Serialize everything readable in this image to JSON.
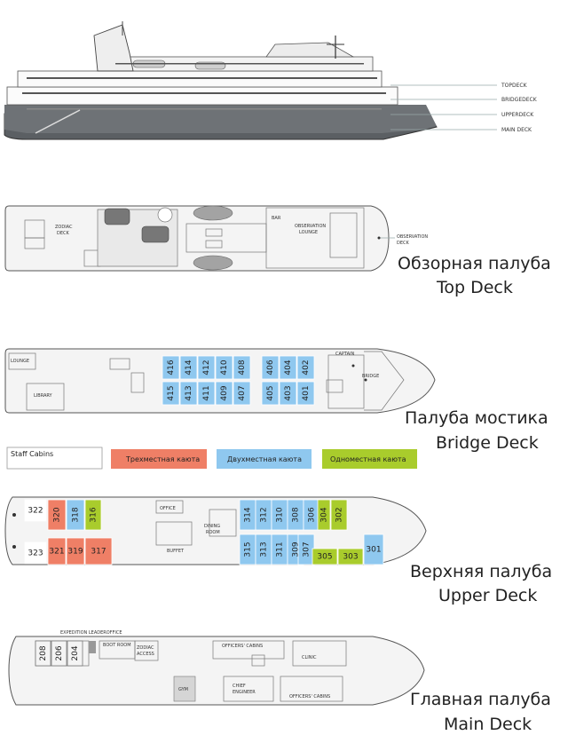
{
  "side_labels": {
    "topdeck": "TOPDECK",
    "bridgedeck": "BRIDGEDECK",
    "upperdeck": "UPPERDECK",
    "maindeck": "MAIN DECK"
  },
  "decks": {
    "top": {
      "title_ru": "Обзорная палуба",
      "title_en": "Top Deck",
      "labels": {
        "zodiac": "ZODIAC",
        "deck": "DECK",
        "bar": "BAR",
        "obs_lounge_1": "OBSERVATION",
        "obs_lounge_2": "LOUNGE",
        "obs_deck_1": "OBSERVATION",
        "obs_deck_2": "DECK"
      }
    },
    "bridge": {
      "title_ru": "Палуба мостика",
      "title_en": "Bridge Deck",
      "labels": {
        "lounge": "LOUNGE",
        "library": "LIBRARY",
        "captain": "CAPTAIN",
        "bridge": "BRIDGE"
      },
      "cabins_top": [
        "416",
        "414",
        "412",
        "410",
        "408",
        "406",
        "404",
        "402"
      ],
      "cabins_bottom": [
        "415",
        "413",
        "411",
        "409",
        "407",
        "405",
        "403",
        "401"
      ]
    },
    "upper": {
      "title_ru": "Верхняя палуба",
      "title_en": "Upper Deck",
      "labels": {
        "office": "OFFICE",
        "dining_1": "DINING",
        "dining_2": "ROOM",
        "buffet": "BUFFET"
      },
      "staff_cabins": [
        "322",
        "323"
      ],
      "triple_cabins": [
        "320",
        "321",
        "319",
        "317"
      ],
      "double_top": [
        "318",
        "314",
        "312",
        "310",
        "308",
        "306"
      ],
      "double_bottom": [
        "315",
        "313",
        "311",
        "309",
        "307",
        "301"
      ],
      "single_cabins": [
        "316",
        "304",
        "302",
        "305",
        "303"
      ]
    },
    "main": {
      "title_ru": "Главная палуба",
      "title_en": "Main Deck",
      "labels": {
        "exp_leader": "EXPEDITION LEADEROFFICE",
        "boot_room": "BOOT ROOM",
        "zodiac_1": "ZODIAC",
        "zodiac_2": "ACCESS",
        "officers": "OFFICERS' CABINS",
        "clinic": "CLINIC",
        "gym": "GYM",
        "chief_1": "CHIEF",
        "chief_2": "ENGINEER",
        "officers2": "OFFICERS' CABINS"
      },
      "cabins": [
        "208",
        "206",
        "204"
      ]
    }
  },
  "legend": {
    "staff": "Staff Cabins",
    "triple": "Трехместная каюта",
    "double": "Двухместная каюта",
    "single": "Одноместная каюта"
  },
  "colors": {
    "triple": "#ef7f66",
    "double": "#8fc8ef",
    "single": "#a9cc2c",
    "staff": "#ffffff"
  }
}
